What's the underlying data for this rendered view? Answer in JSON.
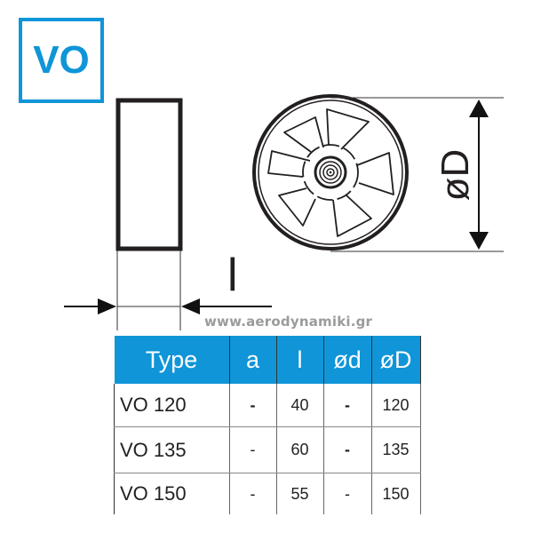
{
  "badge": {
    "label": "VO",
    "color": "#0f95d8"
  },
  "drawing": {
    "side_view_dimension_label": "l",
    "front_view_dimension_label": "øD",
    "website": "www.aerodynamiki.gr"
  },
  "table": {
    "header_color": "#0f95d8",
    "columns": [
      "Type",
      "a",
      "l",
      "ød",
      "øD"
    ],
    "rows": [
      {
        "type": "VO 120",
        "a": "-",
        "l": "40",
        "d": "-",
        "D": "120"
      },
      {
        "type": "VO 135",
        "a": "-",
        "l": "60",
        "d": "-",
        "D": "135"
      },
      {
        "type": "VO 150",
        "a": "-",
        "l": "55",
        "d": "-",
        "D": "150"
      }
    ]
  }
}
